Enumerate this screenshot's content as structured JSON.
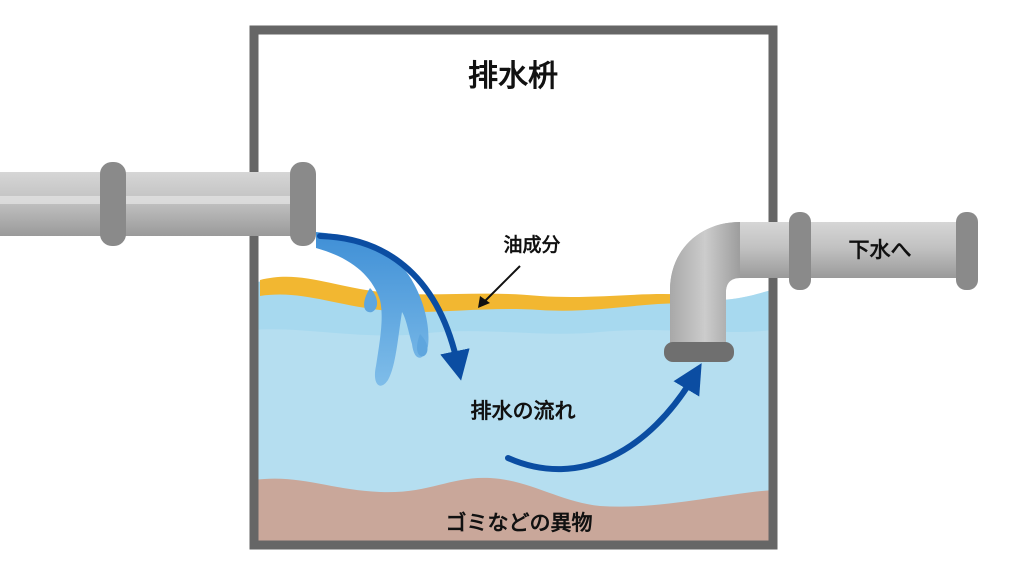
{
  "title": "排水枡",
  "labels": {
    "oil": "油成分",
    "flow": "排水の流れ",
    "outlet": "下水へ",
    "sediment": "ゴミなどの異物"
  },
  "colors": {
    "frame": "#666666",
    "water": "#b5def0",
    "water_light": "#c8e7f4",
    "oil": "#f2b731",
    "sediment": "#c9a79a",
    "pipe": "#b9b9b9",
    "pipe_dark": "#7c7c7c",
    "arrow": "#0b4da2",
    "stream": "#5fa6de"
  }
}
